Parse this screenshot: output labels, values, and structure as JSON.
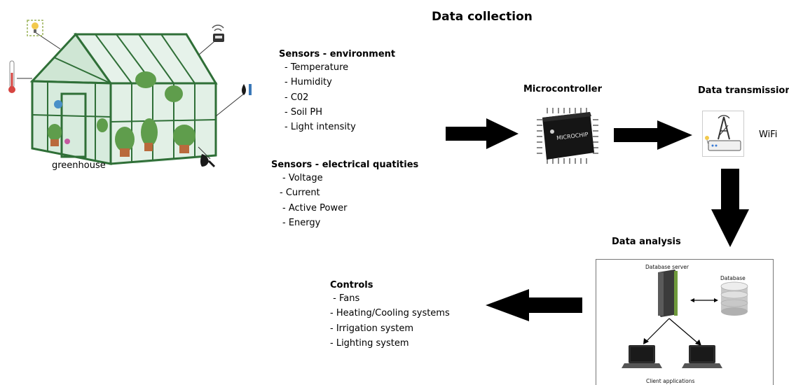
{
  "title": "Data collection",
  "greenhouse": {
    "label": "greenhouse"
  },
  "sensors_env": {
    "heading": "Sensors - environment",
    "items": [
      "- Temperature",
      "- Humidity",
      "- C02",
      "- Soil PH",
      "- Light intensity"
    ]
  },
  "sensors_elec": {
    "heading": "Sensors - electrical quatities",
    "items": [
      "- Voltage",
      "- Current",
      "- Active Power",
      "- Energy"
    ]
  },
  "microcontroller": {
    "heading": "Microcontroller",
    "chip_text": "MICROCHIP"
  },
  "transmission": {
    "heading": "Data transmission",
    "wifi_label": "WiFi"
  },
  "analysis": {
    "heading": "Data analysis",
    "server_label": "Database server",
    "db_label": "Database",
    "clients_label": "Client applications"
  },
  "controls": {
    "heading": "Controls",
    "items": [
      " - Fans",
      "- Heating/Cooling systems",
      "- Irrigation system",
      "- Lighting system"
    ]
  },
  "colors": {
    "frame": "#2f6f37",
    "glass": "#dfeee4",
    "arrow": "#000000"
  }
}
